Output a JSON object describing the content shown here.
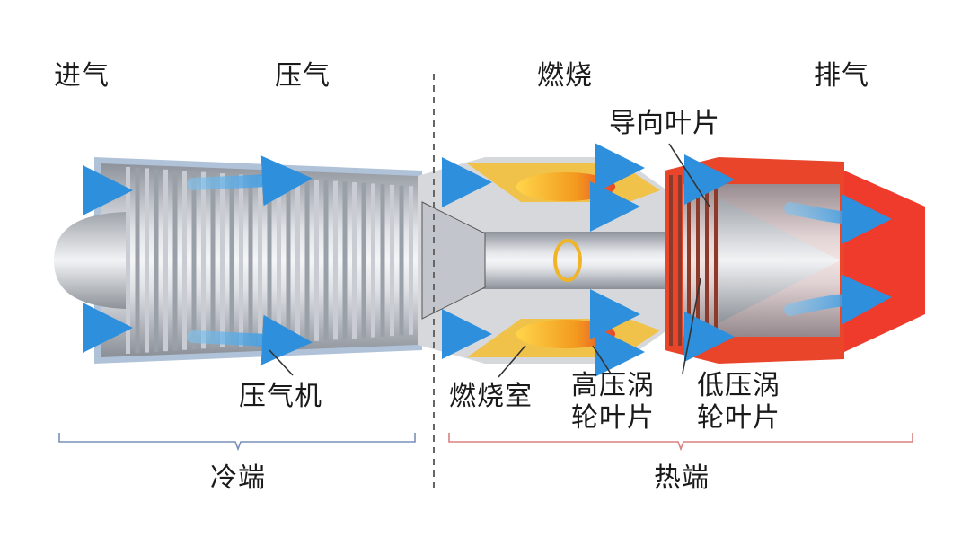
{
  "stages": {
    "intake": "进气",
    "compress": "压气",
    "combust": "燃烧",
    "exhaust": "排气"
  },
  "parts": {
    "guide_vane": "导向叶片",
    "compressor": "压气机",
    "combustor": "燃烧室",
    "hp_turbine_line1": "高压涡",
    "hp_turbine_line2": "轮叶片",
    "lp_turbine_line1": "低压涡",
    "lp_turbine_line2": "轮叶片"
  },
  "zones": {
    "cold": "冷端",
    "hot": "热端"
  },
  "colors": {
    "cold_bracket": "#7a8fb8",
    "hot_bracket": "#d98080",
    "airflow": "#3a9be0",
    "hot_section": "#e8452a",
    "flame": "#f5a623",
    "casing": "#b8bcc4"
  }
}
